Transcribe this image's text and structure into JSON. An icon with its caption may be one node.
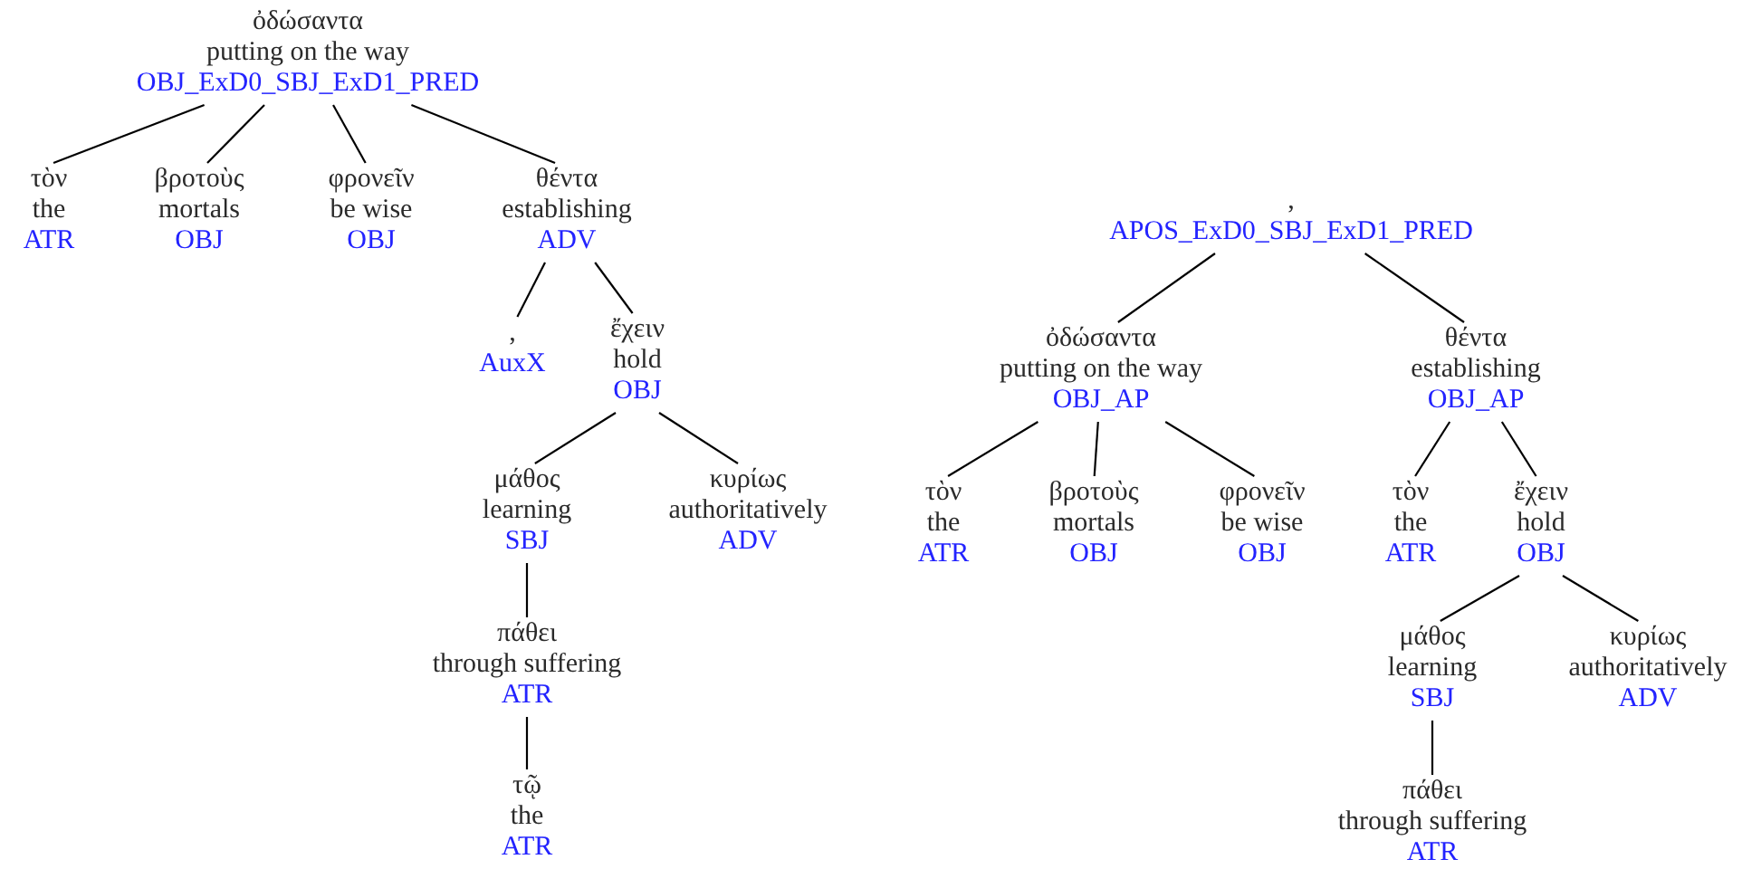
{
  "diagram": {
    "nodes": [
      {
        "text": [
          "ὀδώσαντα",
          "putting on the way",
          "OBJ_ExD0_SBJ_ExD1_PRED"
        ]
      },
      {
        "text": [
          "τὸν",
          "the",
          "ATR"
        ]
      },
      {
        "text": [
          "βροτοὺς",
          "mortals",
          "OBJ"
        ]
      },
      {
        "text": [
          "φρονεῖν",
          "be wise",
          "OBJ"
        ]
      },
      {
        "text": [
          "θέντα",
          "establishing",
          "ADV"
        ]
      },
      {
        "text": [
          ",",
          "AuxX"
        ]
      },
      {
        "text": [
          "ἔχειν",
          "hold",
          "OBJ"
        ]
      },
      {
        "text": [
          "μάθος",
          "learning",
          "SBJ"
        ]
      },
      {
        "text": [
          "κυρίως",
          "authoritatively",
          "ADV"
        ]
      },
      {
        "text": [
          "πάθει",
          "through suffering",
          "ATR"
        ]
      },
      {
        "text": [
          "τῷ",
          "the",
          "ATR"
        ]
      },
      {
        "text": [
          ",",
          "APOS_ExD0_SBJ_ExD1_PRED"
        ]
      },
      {
        "text": [
          "ὀδώσαντα",
          "putting on the way",
          "OBJ_AP"
        ]
      },
      {
        "text": [
          "τὸν",
          "the",
          "ATR"
        ]
      },
      {
        "text": [
          "βροτοὺς",
          "mortals",
          "OBJ"
        ]
      },
      {
        "text": [
          "φρονεῖν",
          "be wise",
          "OBJ"
        ]
      },
      {
        "text": [
          "θέντα",
          "establishing",
          "OBJ_AP"
        ]
      },
      {
        "text": [
          "τὸν",
          "the",
          "ATR"
        ]
      },
      {
        "text": [
          "ἔχειν",
          "hold",
          "OBJ"
        ]
      },
      {
        "text": [
          "μάθος",
          "learning",
          "SBJ"
        ]
      },
      {
        "text": [
          "κυρίως",
          "authoritatively",
          "ADV"
        ]
      },
      {
        "text": [
          "πάθει",
          "through suffering",
          "ATR"
        ]
      }
    ],
    "edges": [
      {
        "from": 0,
        "to": 1,
        "arrow": "none"
      },
      {
        "from": 0,
        "to": 2,
        "arrow": "none"
      },
      {
        "from": 0,
        "to": 3,
        "arrow": "none"
      },
      {
        "from": 0,
        "to": 4,
        "arrow": "none"
      },
      {
        "from": 4,
        "to": 5,
        "arrow": "none"
      },
      {
        "from": 4,
        "to": 6,
        "arrow": "none"
      },
      {
        "from": 6,
        "to": 7,
        "arrow": "none"
      },
      {
        "from": 6,
        "to": 8,
        "arrow": "none"
      },
      {
        "from": 7,
        "to": 9,
        "arrow": "none"
      },
      {
        "from": 9,
        "to": 10,
        "arrow": "none"
      },
      {
        "from": 11,
        "to": 12,
        "arrow": "none"
      },
      {
        "from": 11,
        "to": 16,
        "arrow": "none"
      },
      {
        "from": 12,
        "to": 13,
        "arrow": "none"
      },
      {
        "from": 12,
        "to": 14,
        "arrow": "none"
      },
      {
        "from": 12,
        "to": 15,
        "arrow": "none"
      },
      {
        "from": 16,
        "to": 17,
        "arrow": "none"
      },
      {
        "from": 16,
        "to": 18,
        "arrow": "none"
      },
      {
        "from": 18,
        "to": 19,
        "arrow": "none"
      },
      {
        "from": 18,
        "to": 20,
        "arrow": "none"
      },
      {
        "from": 19,
        "to": 21,
        "arrow": "none"
      }
    ]
  }
}
